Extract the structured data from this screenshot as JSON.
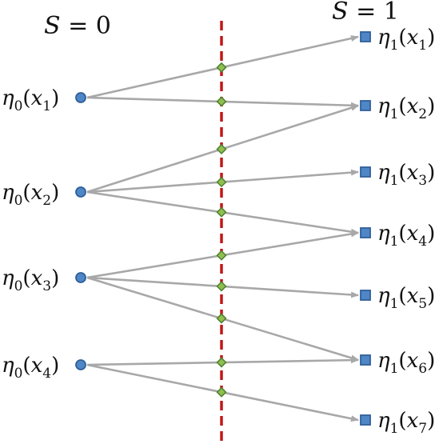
{
  "header_left": {
    "symbol": "S",
    "rest": " = 0"
  },
  "header_right": {
    "symbol": "S",
    "rest": " = 1"
  },
  "left_nodes": [
    {
      "id": "x1",
      "label_fn": "η",
      "label_sub": "0",
      "label_arg": "x",
      "label_arg_sub": "1"
    },
    {
      "id": "x2",
      "label_fn": "η",
      "label_sub": "0",
      "label_arg": "x",
      "label_arg_sub": "2"
    },
    {
      "id": "x3",
      "label_fn": "η",
      "label_sub": "0",
      "label_arg": "x",
      "label_arg_sub": "3"
    },
    {
      "id": "x4",
      "label_fn": "η",
      "label_sub": "0",
      "label_arg": "x",
      "label_arg_sub": "4"
    }
  ],
  "right_nodes": [
    {
      "id": "x1",
      "label_fn": "η",
      "label_sub": "1",
      "label_arg": "x",
      "label_arg_sub": "1"
    },
    {
      "id": "x2",
      "label_fn": "η",
      "label_sub": "1",
      "label_arg": "x",
      "label_arg_sub": "2"
    },
    {
      "id": "x3",
      "label_fn": "η",
      "label_sub": "1",
      "label_arg": "x",
      "label_arg_sub": "3"
    },
    {
      "id": "x4",
      "label_fn": "η",
      "label_sub": "1",
      "label_arg": "x",
      "label_arg_sub": "4"
    },
    {
      "id": "x5",
      "label_fn": "η",
      "label_sub": "1",
      "label_arg": "x",
      "label_arg_sub": "5"
    },
    {
      "id": "x6",
      "label_fn": "η",
      "label_sub": "1",
      "label_arg": "x",
      "label_arg_sub": "6"
    },
    {
      "id": "x7",
      "label_fn": "η",
      "label_sub": "1",
      "label_arg": "x",
      "label_arg_sub": "7"
    }
  ],
  "edges": [
    {
      "from": 0,
      "to": 0
    },
    {
      "from": 0,
      "to": 1
    },
    {
      "from": 1,
      "to": 1
    },
    {
      "from": 1,
      "to": 2
    },
    {
      "from": 1,
      "to": 3
    },
    {
      "from": 2,
      "to": 3
    },
    {
      "from": 2,
      "to": 4
    },
    {
      "from": 2,
      "to": 5
    },
    {
      "from": 3,
      "to": 5
    },
    {
      "from": 3,
      "to": 6
    }
  ],
  "colors": {
    "left_node_fill": "#4f86c6",
    "left_node_stroke": "#2f5f99",
    "right_node_fill": "#4f86c6",
    "right_node_stroke": "#2f5f99",
    "crossing_fill": "#8fbf4f",
    "crossing_stroke": "#4f7f2f",
    "edge": "#a8a8a8",
    "divider": "#c01818"
  }
}
